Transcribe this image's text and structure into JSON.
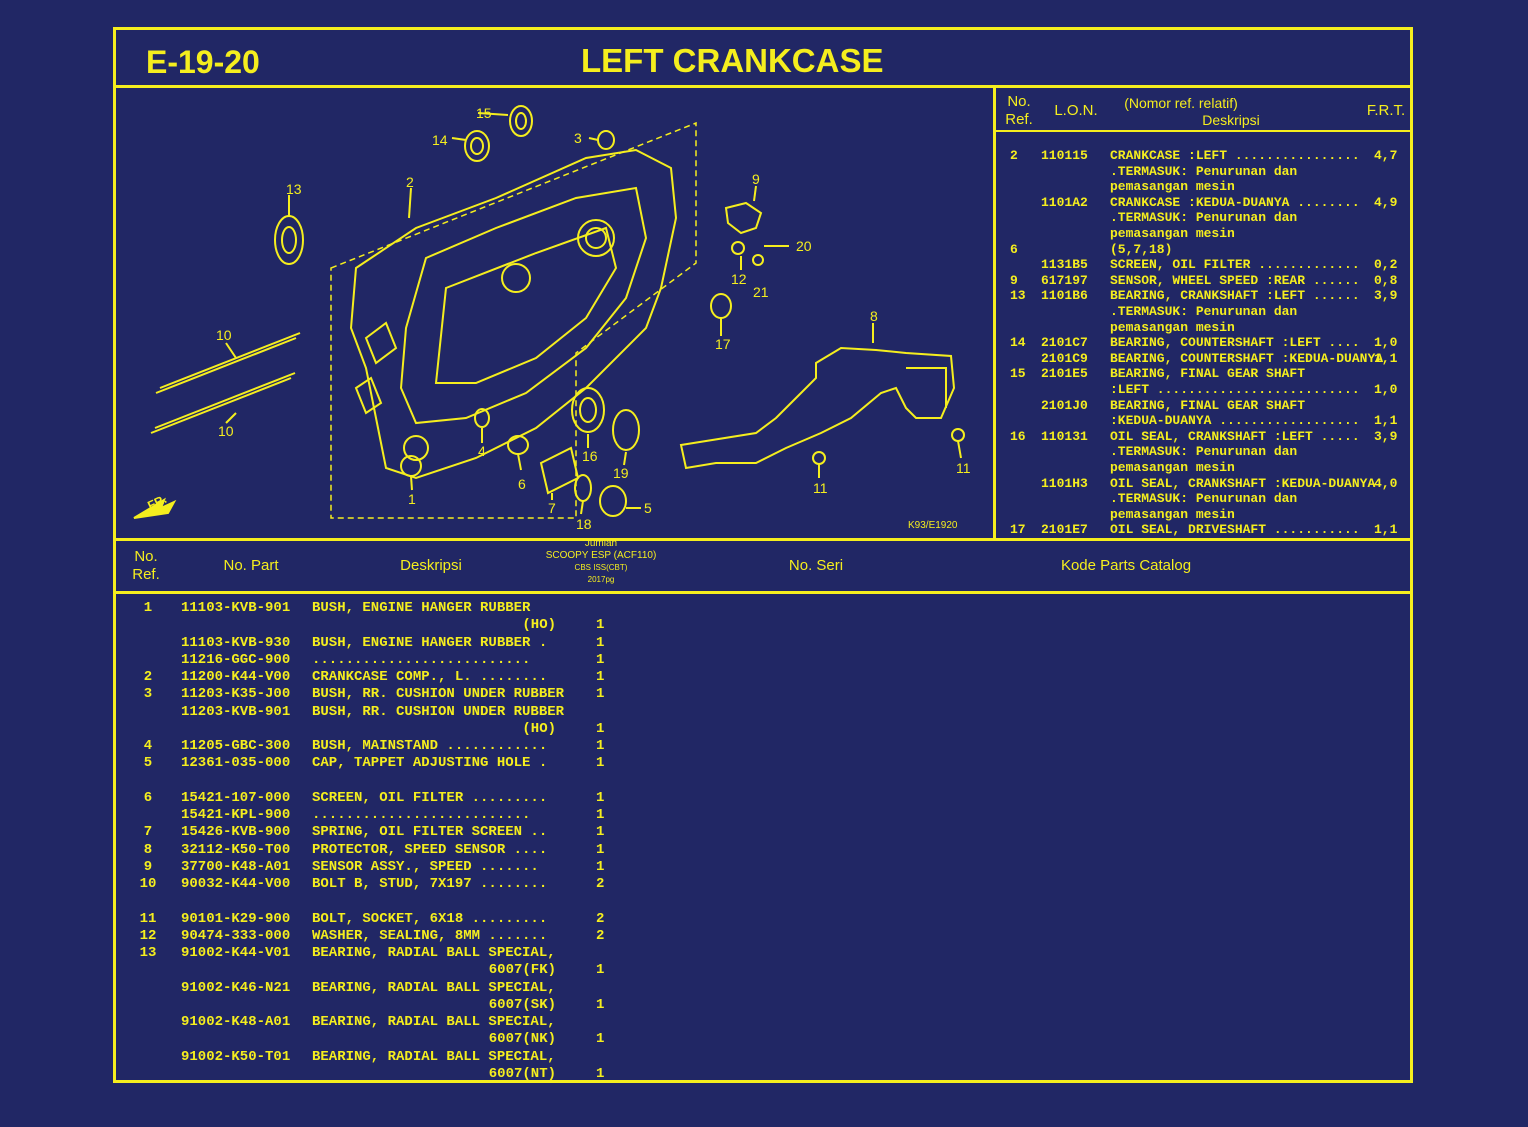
{
  "header": {
    "code": "E-19-20",
    "title": "LEFT CRANKCASE"
  },
  "diagram": {
    "callouts": [
      "15",
      "14",
      "3",
      "13",
      "2",
      "9",
      "20",
      "12",
      "21",
      "17",
      "10",
      "10",
      "8",
      "4",
      "16",
      "19",
      "6",
      "7",
      "18",
      "5",
      "1",
      "11",
      "11"
    ],
    "front_label": "FR.",
    "image_code": "K93/E1920"
  },
  "frt_table": {
    "headers": {
      "ref": "No. Ref.",
      "lon": "L.O.N.",
      "nomor": "(Nomor ref. relatif)",
      "desc": "Deskripsi",
      "frt": "F.R.T."
    },
    "rows": [
      {
        "ref": "2",
        "lon": "110115",
        "desc": "CRANKCASE :LEFT ................",
        "frt": "4,7"
      },
      {
        "ref": "",
        "lon": "",
        "desc": ".TERMASUK: Penurunan dan",
        "frt": ""
      },
      {
        "ref": "",
        "lon": "",
        "desc": "pemasangan mesin",
        "frt": ""
      },
      {
        "ref": "",
        "lon": "1101A2",
        "desc": "CRANKCASE :KEDUA-DUANYA ........",
        "frt": "4,9"
      },
      {
        "ref": "",
        "lon": "",
        "desc": ".TERMASUK: Penurunan dan",
        "frt": ""
      },
      {
        "ref": "",
        "lon": "",
        "desc": "pemasangan mesin",
        "frt": ""
      },
      {
        "ref": "6",
        "lon": "",
        "desc": "(5,7,18)",
        "frt": ""
      },
      {
        "ref": "",
        "lon": "1131B5",
        "desc": "SCREEN, OIL FILTER .............",
        "frt": "0,2"
      },
      {
        "ref": "9",
        "lon": "617197",
        "desc": "SENSOR, WHEEL SPEED :REAR ......",
        "frt": "0,8"
      },
      {
        "ref": "13",
        "lon": "1101B6",
        "desc": "BEARING, CRANKSHAFT :LEFT ......",
        "frt": "3,9"
      },
      {
        "ref": "",
        "lon": "",
        "desc": ".TERMASUK: Penurunan dan",
        "frt": ""
      },
      {
        "ref": "",
        "lon": "",
        "desc": "pemasangan mesin",
        "frt": ""
      },
      {
        "ref": "14",
        "lon": "2101C7",
        "desc": "BEARING, COUNTERSHAFT :LEFT ....",
        "frt": "1,0"
      },
      {
        "ref": "",
        "lon": "2101C9",
        "desc": "BEARING, COUNTERSHAFT :KEDUA-DUANYA",
        "frt": "1,1"
      },
      {
        "ref": "15",
        "lon": "2101E5",
        "desc": "BEARING, FINAL GEAR SHAFT",
        "frt": ""
      },
      {
        "ref": "",
        "lon": "",
        "desc": ":LEFT ..........................",
        "frt": "1,0"
      },
      {
        "ref": "",
        "lon": "2101J0",
        "desc": "BEARING, FINAL GEAR SHAFT",
        "frt": ""
      },
      {
        "ref": "",
        "lon": "",
        "desc": ":KEDUA-DUANYA ..................",
        "frt": "1,1"
      },
      {
        "ref": "16",
        "lon": "110131",
        "desc": "OIL SEAL, CRANKSHAFT :LEFT .....",
        "frt": "3,9"
      },
      {
        "ref": "",
        "lon": "",
        "desc": ".TERMASUK: Penurunan dan",
        "frt": ""
      },
      {
        "ref": "",
        "lon": "",
        "desc": "pemasangan mesin",
        "frt": ""
      },
      {
        "ref": "",
        "lon": "1101H3",
        "desc": "OIL SEAL, CRANKSHAFT :KEDUA-DUANYA",
        "frt": "4,0"
      },
      {
        "ref": "",
        "lon": "",
        "desc": ".TERMASUK: Penurunan dan",
        "frt": ""
      },
      {
        "ref": "",
        "lon": "",
        "desc": "pemasangan mesin",
        "frt": ""
      },
      {
        "ref": "17",
        "lon": "2101E7",
        "desc": "OIL SEAL, DRIVESHAFT ...........",
        "frt": "1,1"
      }
    ]
  },
  "parts_header": {
    "ref": "No. Ref.",
    "part": "No. Part",
    "desc": "Deskripsi",
    "jumlah": "Jumlah",
    "model": "SCOOPY ESP (ACF110)",
    "variant": "CBS ISS(CBT)",
    "year": "2017pg",
    "seri": "No. Seri",
    "kode": "Kode Parts Catalog"
  },
  "parts": [
    {
      "ref": "1",
      "part": "11103-KVB-901",
      "desc": "BUSH, ENGINE HANGER RUBBER",
      "qty": ""
    },
    {
      "ref": "",
      "part": "",
      "desc": "(HO)",
      "qty": "1",
      "right": true
    },
    {
      "ref": "",
      "part": "11103-KVB-930",
      "desc": "BUSH, ENGINE HANGER RUBBER .",
      "qty": "1"
    },
    {
      "ref": "",
      "part": "11216-GGC-900",
      "desc": "..........................",
      "qty": "1"
    },
    {
      "ref": "2",
      "part": "11200-K44-V00",
      "desc": "CRANKCASE COMP., L. ........",
      "qty": "1"
    },
    {
      "ref": "3",
      "part": "11203-K35-J00",
      "desc": "BUSH, RR. CUSHION UNDER RUBBER",
      "qty": "1"
    },
    {
      "ref": "",
      "part": "11203-KVB-901",
      "desc": "BUSH, RR. CUSHION UNDER RUBBER",
      "qty": ""
    },
    {
      "ref": "",
      "part": "",
      "desc": "(HO)",
      "qty": "1",
      "right": true
    },
    {
      "ref": "4",
      "part": "11205-GBC-300",
      "desc": "BUSH, MAINSTAND ............",
      "qty": "1"
    },
    {
      "ref": "5",
      "part": "12361-035-000",
      "desc": "CAP, TAPPET ADJUSTING HOLE .",
      "qty": "1"
    },
    {
      "ref": "",
      "part": "",
      "desc": "",
      "qty": ""
    },
    {
      "ref": "6",
      "part": "15421-107-000",
      "desc": "SCREEN, OIL FILTER .........",
      "qty": "1"
    },
    {
      "ref": "",
      "part": "15421-KPL-900",
      "desc": "..........................",
      "qty": "1"
    },
    {
      "ref": "7",
      "part": "15426-KVB-900",
      "desc": "SPRING, OIL FILTER SCREEN ..",
      "qty": "1"
    },
    {
      "ref": "8",
      "part": "32112-K50-T00",
      "desc": "PROTECTOR, SPEED SENSOR ....",
      "qty": "1"
    },
    {
      "ref": "9",
      "part": "37700-K48-A01",
      "desc": "SENSOR ASSY., SPEED .......",
      "qty": "1"
    },
    {
      "ref": "10",
      "part": "90032-K44-V00",
      "desc": "BOLT B, STUD, 7X197 ........",
      "qty": "2"
    },
    {
      "ref": "",
      "part": "",
      "desc": "",
      "qty": ""
    },
    {
      "ref": "11",
      "part": "90101-K29-900",
      "desc": "BOLT, SOCKET, 6X18 .........",
      "qty": "2"
    },
    {
      "ref": "12",
      "part": "90474-333-000",
      "desc": "WASHER, SEALING, 8MM .......",
      "qty": "2"
    },
    {
      "ref": "13",
      "part": "91002-K44-V01",
      "desc": "BEARING, RADIAL BALL SPECIAL,",
      "qty": ""
    },
    {
      "ref": "",
      "part": "",
      "desc": "6007(FK)",
      "qty": "1",
      "right": true
    },
    {
      "ref": "",
      "part": "91002-K46-N21",
      "desc": "BEARING, RADIAL BALL SPECIAL,",
      "qty": ""
    },
    {
      "ref": "",
      "part": "",
      "desc": "6007(SK)",
      "qty": "1",
      "right": true
    },
    {
      "ref": "",
      "part": "91002-K48-A01",
      "desc": "BEARING, RADIAL BALL SPECIAL,",
      "qty": ""
    },
    {
      "ref": "",
      "part": "",
      "desc": "6007(NK)",
      "qty": "1",
      "right": true
    },
    {
      "ref": "",
      "part": "91002-K50-T01",
      "desc": "BEARING, RADIAL BALL SPECIAL,",
      "qty": ""
    },
    {
      "ref": "",
      "part": "",
      "desc": "6007(NT)",
      "qty": "1",
      "right": true
    }
  ]
}
